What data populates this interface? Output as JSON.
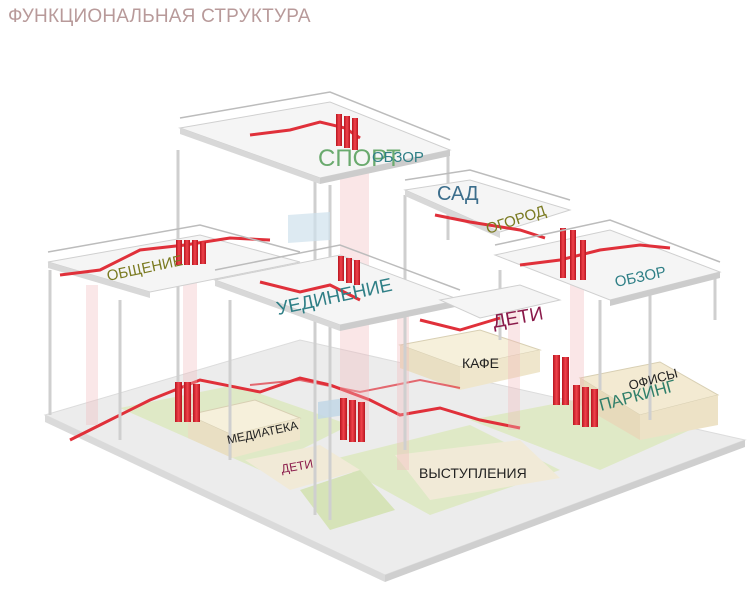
{
  "title": "ФУНКЦИОНАЛЬНАЯ СТРУКТУРА",
  "labels": {
    "sport": "СПОРТ",
    "obzor_top": "ОБЗОР",
    "sad": "САД",
    "ogorod": "ОГОРОД",
    "obschenie": "ОБЩЕНИЕ",
    "uedinenie": "УЕДИНЕНИЕ",
    "deti_upper": "ДЕТИ",
    "obzor_right": "ОБЗОР",
    "kafe": "КАФЕ",
    "ofisy": "ОФИСЫ",
    "parking": "ПАРКИНГ",
    "mediateka": "МЕДИАТЕКА",
    "deti_lower": "ДЕТИ",
    "vystupleniya": "ВЫСТУПЛЕНИЯ"
  },
  "colors": {
    "title": "#b89a9a",
    "circulation_red": "#e0303a",
    "ground": "#e8e8e8",
    "green_zone": "#dfe9c6",
    "beige_block": "#f1ead7",
    "floor_slab": "#f4f4f4",
    "column": "#d2d2d2",
    "sport_green": "#6aaa6e",
    "deti_purple": "#8a1a4a",
    "teal": "#2f7f86",
    "olive": "#7a7a20"
  }
}
